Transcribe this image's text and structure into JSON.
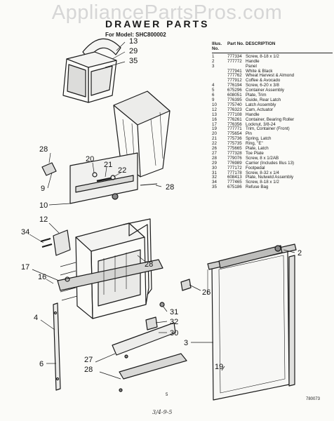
{
  "watermark": "AppliancePartsPros.com",
  "title": "DRAWER PARTS",
  "model_line": "For Model: SHC800002",
  "parts_list": {
    "headers": {
      "illus_no": "Illus. No.",
      "part_no": "Part No.",
      "description": "DESCRIPTION"
    },
    "rows": [
      {
        "illus": "1",
        "part": "777334",
        "desc": "Screw, 8-18 x 1/2"
      },
      {
        "illus": "2",
        "part": "777772",
        "desc": "Handle"
      },
      {
        "illus": "3",
        "part": "",
        "desc": "Panel"
      },
      {
        "illus": "",
        "part": "777941",
        "desc": "White & Black"
      },
      {
        "illus": "",
        "part": "777762",
        "desc": "Wheat Harvest & Almond"
      },
      {
        "illus": "",
        "part": "777912",
        "desc": "Coffee & Avocado"
      },
      {
        "illus": "4",
        "part": "776194",
        "desc": "Screw, 6-20 x 3/8"
      },
      {
        "illus": "5",
        "part": "675296",
        "desc": "Container Assembly"
      },
      {
        "illus": "6",
        "part": "608051",
        "desc": "Plate, Trim"
      },
      {
        "illus": "9",
        "part": "776395",
        "desc": "Guide, Rear Latch"
      },
      {
        "illus": "10",
        "part": "775740",
        "desc": "Latch Assembly"
      },
      {
        "illus": "12",
        "part": "776323",
        "desc": "Cam, Actuator"
      },
      {
        "illus": "13",
        "part": "777108",
        "desc": "Handle"
      },
      {
        "illus": "16",
        "part": "776261",
        "desc": "Container, Bearing Roller"
      },
      {
        "illus": "17",
        "part": "776356",
        "desc": "Locknut, 3/8-24"
      },
      {
        "illus": "19",
        "part": "777771",
        "desc": "Trim, Container (Front)"
      },
      {
        "illus": "20",
        "part": "775654",
        "desc": "Pin"
      },
      {
        "illus": "21",
        "part": "775736",
        "desc": "Spring, Latch"
      },
      {
        "illus": "22",
        "part": "775735",
        "desc": "Ring, \"E\""
      },
      {
        "illus": "26",
        "part": "775665",
        "desc": "Plate, Latch"
      },
      {
        "illus": "27",
        "part": "777328",
        "desc": "Toe Plate"
      },
      {
        "illus": "28",
        "part": "779076",
        "desc": "Screw, 8 x 1/2AB"
      },
      {
        "illus": "29",
        "part": "776989",
        "desc": "Carrier (Includes Illus 13)"
      },
      {
        "illus": "30",
        "part": "777172",
        "desc": "Footpedal"
      },
      {
        "illus": "31",
        "part": "777178",
        "desc": "Screw, 8-32 x 1/4"
      },
      {
        "illus": "32",
        "part": "608413",
        "desc": "Plate, Nutweld Assembly"
      },
      {
        "illus": "34",
        "part": "777465",
        "desc": "Screw, 8-18 x 1/2"
      },
      {
        "illus": "35",
        "part": "675186",
        "desc": "Refuse Bag"
      }
    ]
  },
  "callouts": [
    "13",
    "29",
    "35",
    "28",
    "20",
    "21",
    "22",
    "28",
    "9",
    "10",
    "12",
    "34",
    "28",
    "17",
    "16",
    "4",
    "6",
    "27",
    "28",
    "31",
    "32",
    "30",
    "3",
    "19",
    "26",
    "2"
  ],
  "footer": {
    "page_number": "5",
    "code": "780073",
    "handwriting": "3/4-9-5"
  }
}
